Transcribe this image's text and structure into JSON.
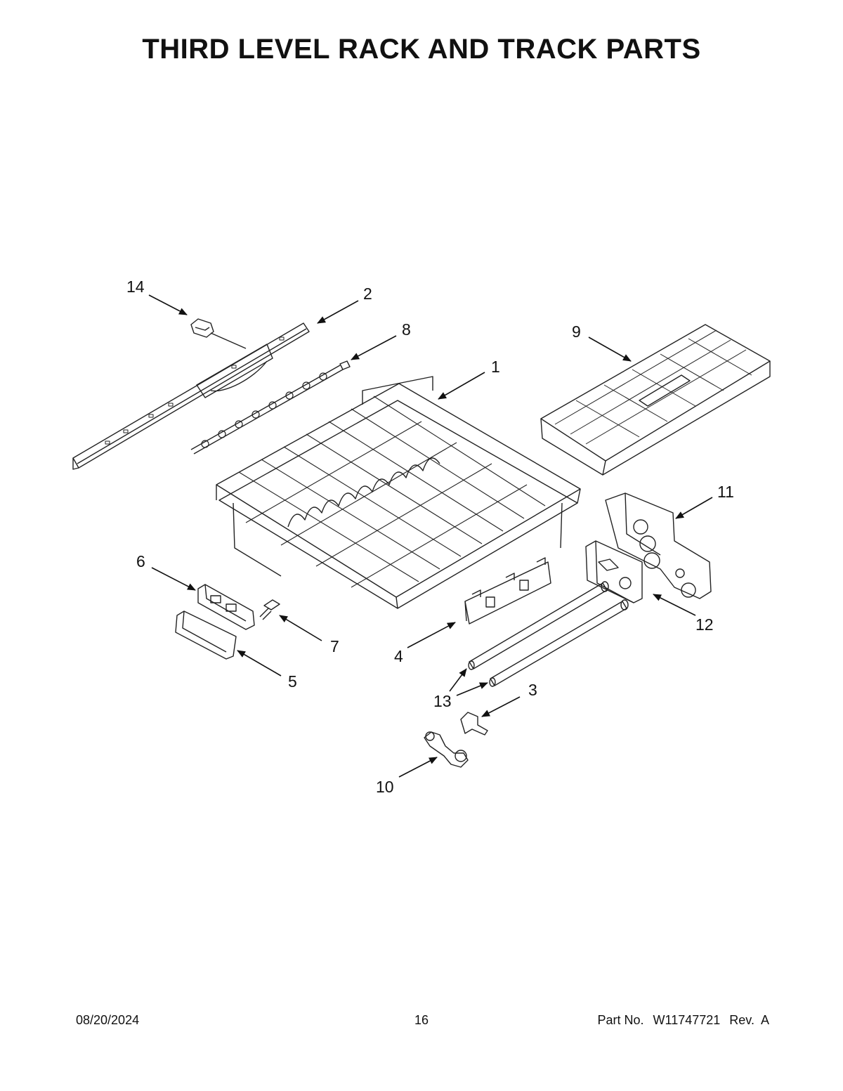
{
  "title": "THIRD LEVEL RACK AND TRACK PARTS",
  "callouts": {
    "c1": "1",
    "c2": "2",
    "c3": "3",
    "c4": "4",
    "c5": "5",
    "c6": "6",
    "c7": "7",
    "c8": "8",
    "c9": "9",
    "c10": "10",
    "c11": "11",
    "c12": "12",
    "c13": "13",
    "c14": "14"
  },
  "footer": {
    "date": "08/20/2024",
    "page": "16",
    "part_label": "Part No.",
    "part_number": "W11747721",
    "rev": "Rev.  A"
  },
  "colors": {
    "line": "#111111",
    "background": "#ffffff"
  }
}
